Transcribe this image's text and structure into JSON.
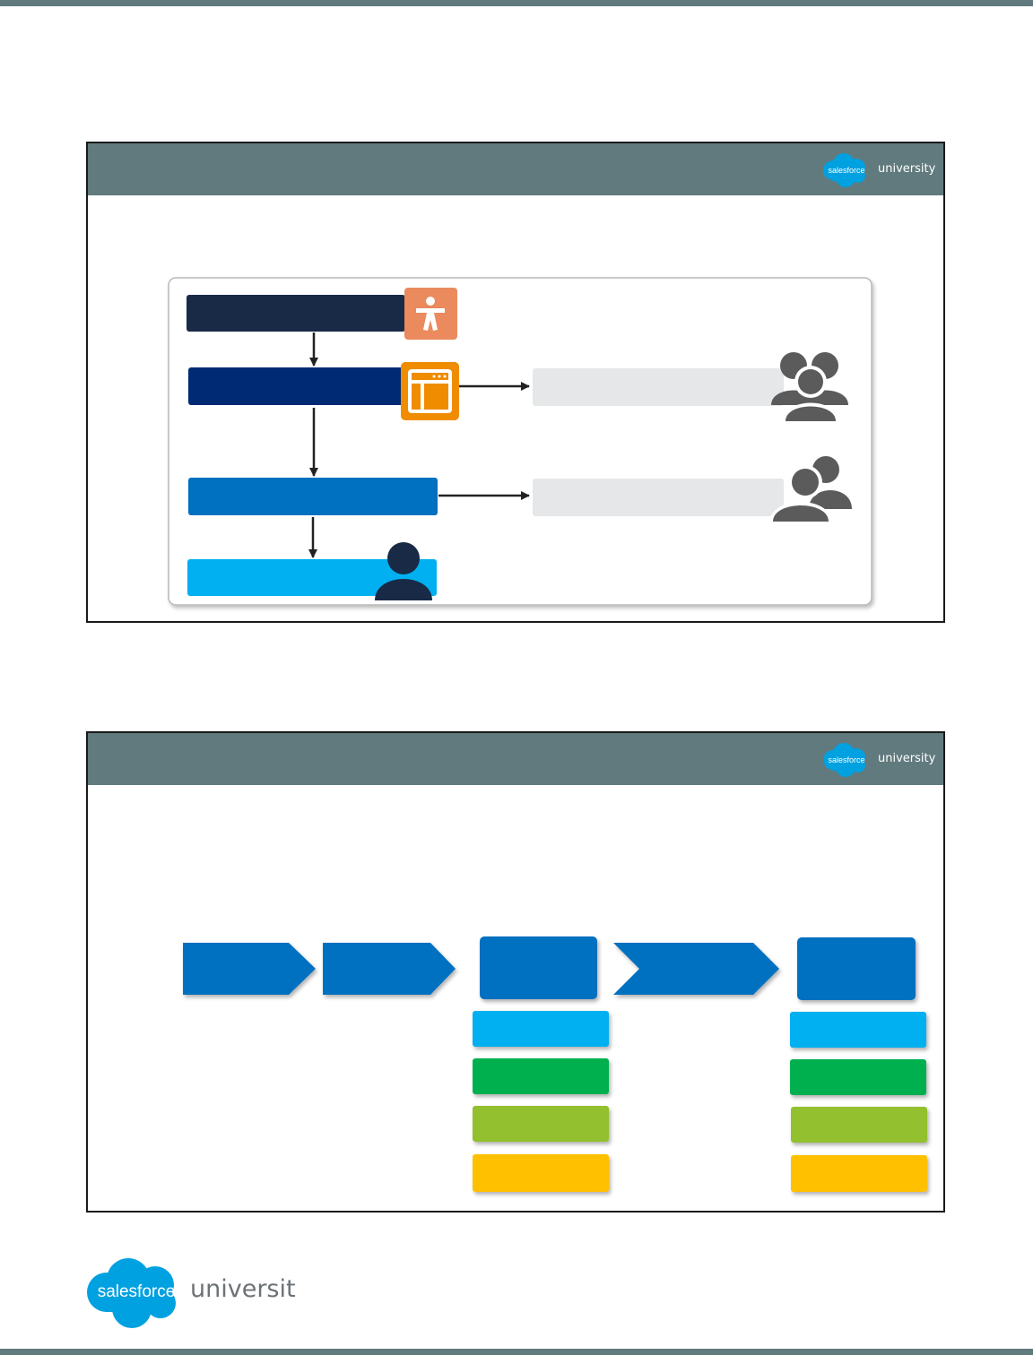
{
  "brand": {
    "logo_text": "salesforce",
    "logo_suffix": "university",
    "logo_color": "#00a1e0"
  },
  "colors": {
    "page_bar": "#617a7e",
    "slide_header": "#617a7e",
    "navy_dark": "#192a47",
    "navy": "#002a73",
    "blue": "#0070c0",
    "sky": "#00b0f0",
    "green": "#00b050",
    "lime": "#92c02f",
    "gold": "#ffc000",
    "orange_icon": "#ea8a5d",
    "amber_icon": "#f08c00",
    "grey_bar": "#e6e7e8",
    "people_icon": "#5b5b5b"
  },
  "slides": [
    {
      "header_title": "",
      "icons": [
        "accessibility-person-icon",
        "page-layout-icon",
        "user-group-icon",
        "users-icon",
        "user-icon"
      ]
    },
    {
      "header_title": "",
      "chevrons": 3,
      "columns": 2
    }
  ]
}
